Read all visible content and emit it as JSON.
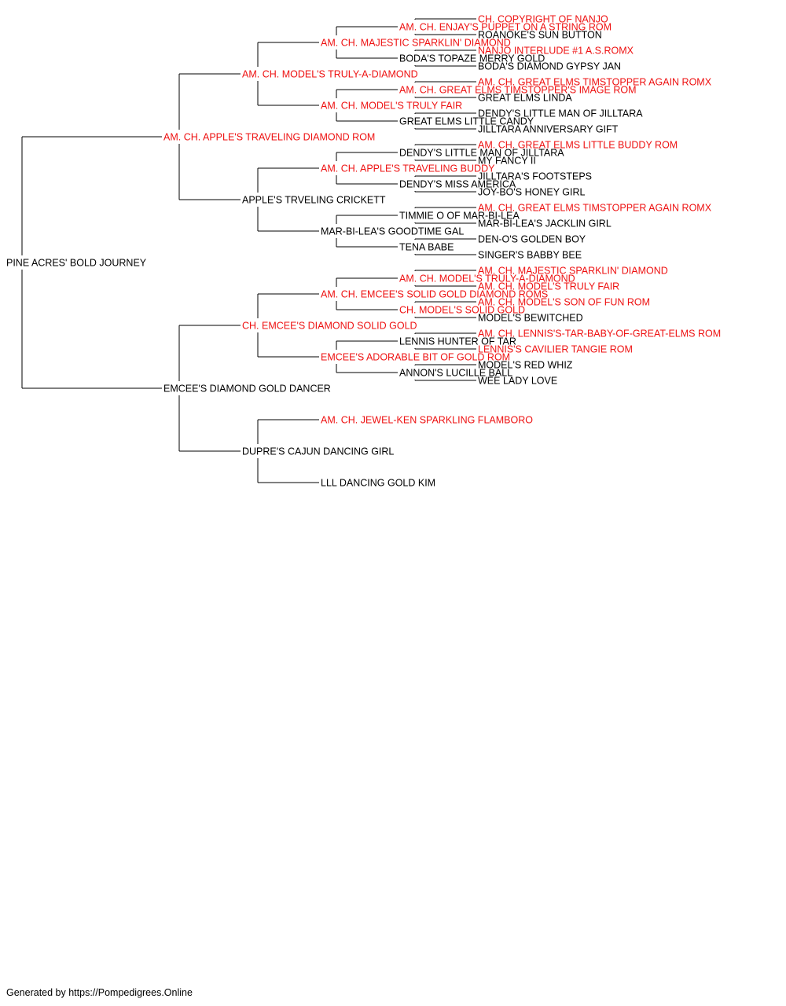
{
  "colors": {
    "champion": "#ee1111",
    "regular": "#000000",
    "line": "#000000"
  },
  "footer": "Generated by https://Pompedigrees.Online",
  "pedigree": {
    "name": "PINE ACRES' BOLD JOURNEY",
    "champion": false,
    "sire": {
      "name": "AM. CH. APPLE'S TRAVELING DIAMOND ROM",
      "champion": true,
      "sire": {
        "name": "AM. CH. MODEL'S TRULY-A-DIAMOND",
        "champion": true,
        "sire": {
          "name": "AM. CH. MAJESTIC SPARKLIN' DIAMOND",
          "champion": true,
          "sire": {
            "name": "AM. CH. ENJAY'S PUPPET ON A STRING ROM",
            "champion": true,
            "sire": {
              "name": "CH. COPYRIGHT OF NANJO",
              "champion": true
            },
            "dam": {
              "name": "ROANOKE'S SUN BUTTON",
              "champion": false
            }
          },
          "dam": {
            "name": "BODA'S TOPAZE MERRY GOLD",
            "champion": false,
            "sire": {
              "name": "NANJO INTERLUDE #1 A.S.ROMX",
              "champion": true
            },
            "dam": {
              "name": "BODA'S DIAMOND GYPSY JAN",
              "champion": false
            }
          }
        },
        "dam": {
          "name": "AM. CH. MODEL'S TRULY FAIR",
          "champion": true,
          "sire": {
            "name": "AM. CH. GREAT ELMS TIMSTOPPER'S IMAGE ROM",
            "champion": true,
            "sire": {
              "name": "AM. CH. GREAT ELMS TIMSTOPPER AGAIN ROMX",
              "champion": true
            },
            "dam": {
              "name": "GREAT ELMS LINDA",
              "champion": false
            }
          },
          "dam": {
            "name": "GREAT ELMS LITTLE CANDY",
            "champion": false,
            "sire": {
              "name": "DENDY'S LITTLE MAN OF JILLTARA",
              "champion": false
            },
            "dam": {
              "name": "JILLTARA ANNIVERSARY GIFT",
              "champion": false
            }
          }
        }
      },
      "dam": {
        "name": "APPLE'S TRVELING CRICKETT",
        "champion": false,
        "sire": {
          "name": "AM. CH. APPLE'S TRAVELING BUDDY",
          "champion": true,
          "sire": {
            "name": "DENDY'S LITTLE MAN OF JILLTARA",
            "champion": false,
            "sire": {
              "name": "AM. CH. GREAT ELMS LITTLE BUDDY ROM",
              "champion": true
            },
            "dam": {
              "name": "MY FANCY II",
              "champion": false
            }
          },
          "dam": {
            "name": "DENDY'S MISS AMERICA",
            "champion": false,
            "sire": {
              "name": "JILLTARA'S FOOTSTEPS",
              "champion": false
            },
            "dam": {
              "name": "JOY-BO'S HONEY GIRL",
              "champion": false
            }
          }
        },
        "dam": {
          "name": "MAR-BI-LEA'S GOODTIME GAL",
          "champion": false,
          "sire": {
            "name": "TIMMIE O OF MAR-BI-LEA",
            "champion": false,
            "sire": {
              "name": "AM. CH. GREAT ELMS TIMSTOPPER AGAIN ROMX",
              "champion": true
            },
            "dam": {
              "name": "MAR-BI-LEA'S JACKLIN GIRL",
              "champion": false
            }
          },
          "dam": {
            "name": "TENA BABE",
            "champion": false,
            "sire": {
              "name": "DEN-O'S GOLDEN BOY",
              "champion": false
            },
            "dam": {
              "name": "SINGER'S BABBY BEE",
              "champion": false
            }
          }
        }
      }
    },
    "dam": {
      "name": "EMCEE'S DIAMOND GOLD DANCER",
      "champion": false,
      "sire": {
        "name": "CH. EMCEE'S DIAMOND SOLID GOLD",
        "champion": true,
        "sire": {
          "name": "AM. CH. EMCEE'S SOLID GOLD DIAMOND ROMS",
          "champion": true,
          "sire": {
            "name": "AM. CH. MODEL'S TRULY-A-DIAMOND",
            "champion": true,
            "sire": {
              "name": "AM. CH. MAJESTIC SPARKLIN' DIAMOND",
              "champion": true
            },
            "dam": {
              "name": "AM. CH. MODEL'S TRULY FAIR",
              "champion": true
            }
          },
          "dam": {
            "name": "CH. MODEL'S SOLID GOLD",
            "champion": true,
            "sire": {
              "name": "AM. CH. MODEL'S SON OF FUN ROM",
              "champion": true
            },
            "dam": {
              "name": "MODEL'S BEWITCHED",
              "champion": false
            }
          }
        },
        "dam": {
          "name": "EMCEE'S ADORABLE BIT OF GOLD ROM",
          "champion": true,
          "sire": {
            "name": "LENNIS HUNTER OF TAR",
            "champion": false,
            "sire": {
              "name": "AM. CH. LENNIS'S-TAR-BABY-OF-GREAT-ELMS ROM",
              "champion": true
            },
            "dam": {
              "name": "LENNIS'S CAVILIER TANGIE ROM",
              "champion": true
            }
          },
          "dam": {
            "name": "ANNON'S LUCILLE BALL",
            "champion": false,
            "sire": {
              "name": "MODEL'S RED WHIZ",
              "champion": false
            },
            "dam": {
              "name": "WEE LADY LOVE",
              "champion": false
            }
          }
        }
      },
      "dam": {
        "name": "DUPRE'S CAJUN DANCING GIRL",
        "champion": false,
        "sire": {
          "name": "AM. CH. JEWEL-KEN SPARKLING FLAMBORO",
          "champion": true
        },
        "dam": {
          "name": "LLL DANCING GOLD KIM",
          "champion": false
        }
      }
    }
  }
}
